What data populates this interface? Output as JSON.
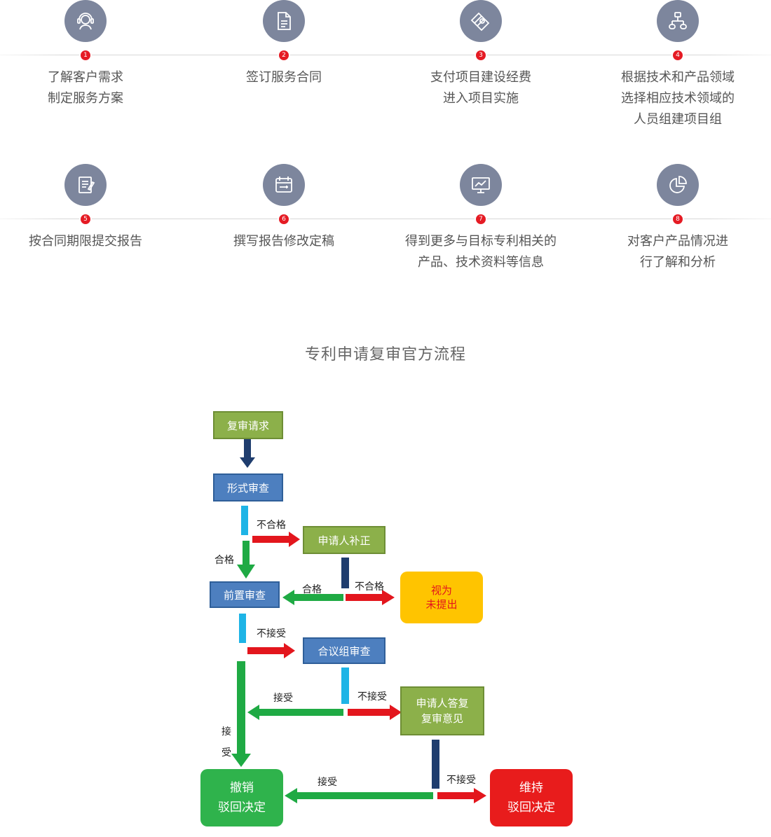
{
  "steps": [
    {
      "num": "1",
      "icon": "headset-icon",
      "text": "了解客户需求\n制定服务方案"
    },
    {
      "num": "2",
      "icon": "document-icon",
      "text": "签订服务合同"
    },
    {
      "num": "3",
      "icon": "money-icon",
      "text": "支付项目建设经费\n进入项目实施"
    },
    {
      "num": "4",
      "icon": "org-chart-icon",
      "text": "根据技术和产品领域\n选择相应技术领域的\n人员组建项目组"
    },
    {
      "num": "5",
      "icon": "report-icon",
      "text": "按合同期限提交报告"
    },
    {
      "num": "6",
      "icon": "calendar-edit-icon",
      "text": "撰写报告修改定稿"
    },
    {
      "num": "7",
      "icon": "monitor-chart-icon",
      "text": "得到更多与目标专利相关的\n产品、技术资料等信息"
    },
    {
      "num": "8",
      "icon": "pie-chart-icon",
      "text": "对客户产品情况进\n行了解和分析"
    }
  ],
  "section_title": "专利申请复审官方流程",
  "flowchart": {
    "nodes": {
      "reexam_request": "复审请求",
      "formal_exam": "形式审查",
      "applicant_correction": "申请人补正",
      "deemed_withdrawn": "视为\n未提出",
      "pre_exam": "前置审查",
      "collegial_exam": "合议组审查",
      "applicant_reply": "申请人答复\n复审意见",
      "revoke": "撤销\n驳回决定",
      "maintain": "维持\n驳回决定"
    },
    "labels": {
      "fail1": "不合格",
      "pass1": "合格",
      "pass2": "合格",
      "fail2": "不合格",
      "reject1": "不接受",
      "accept1": "接受",
      "reject2": "不接受",
      "accept_vertical": "接受",
      "accept2": "接受",
      "reject3": "不接受"
    },
    "colors": {
      "green_box": "#8cb04a",
      "blue_box": "#4d7fbf",
      "yellow_box": "#ffc400",
      "result_green": "#2fb34c",
      "result_red": "#e81c1c",
      "arrow_red": "#e3161d",
      "arrow_green": "#1faa44",
      "arrow_navy": "#1f3d6e",
      "bar_cyan": "#1eb4e6"
    }
  }
}
